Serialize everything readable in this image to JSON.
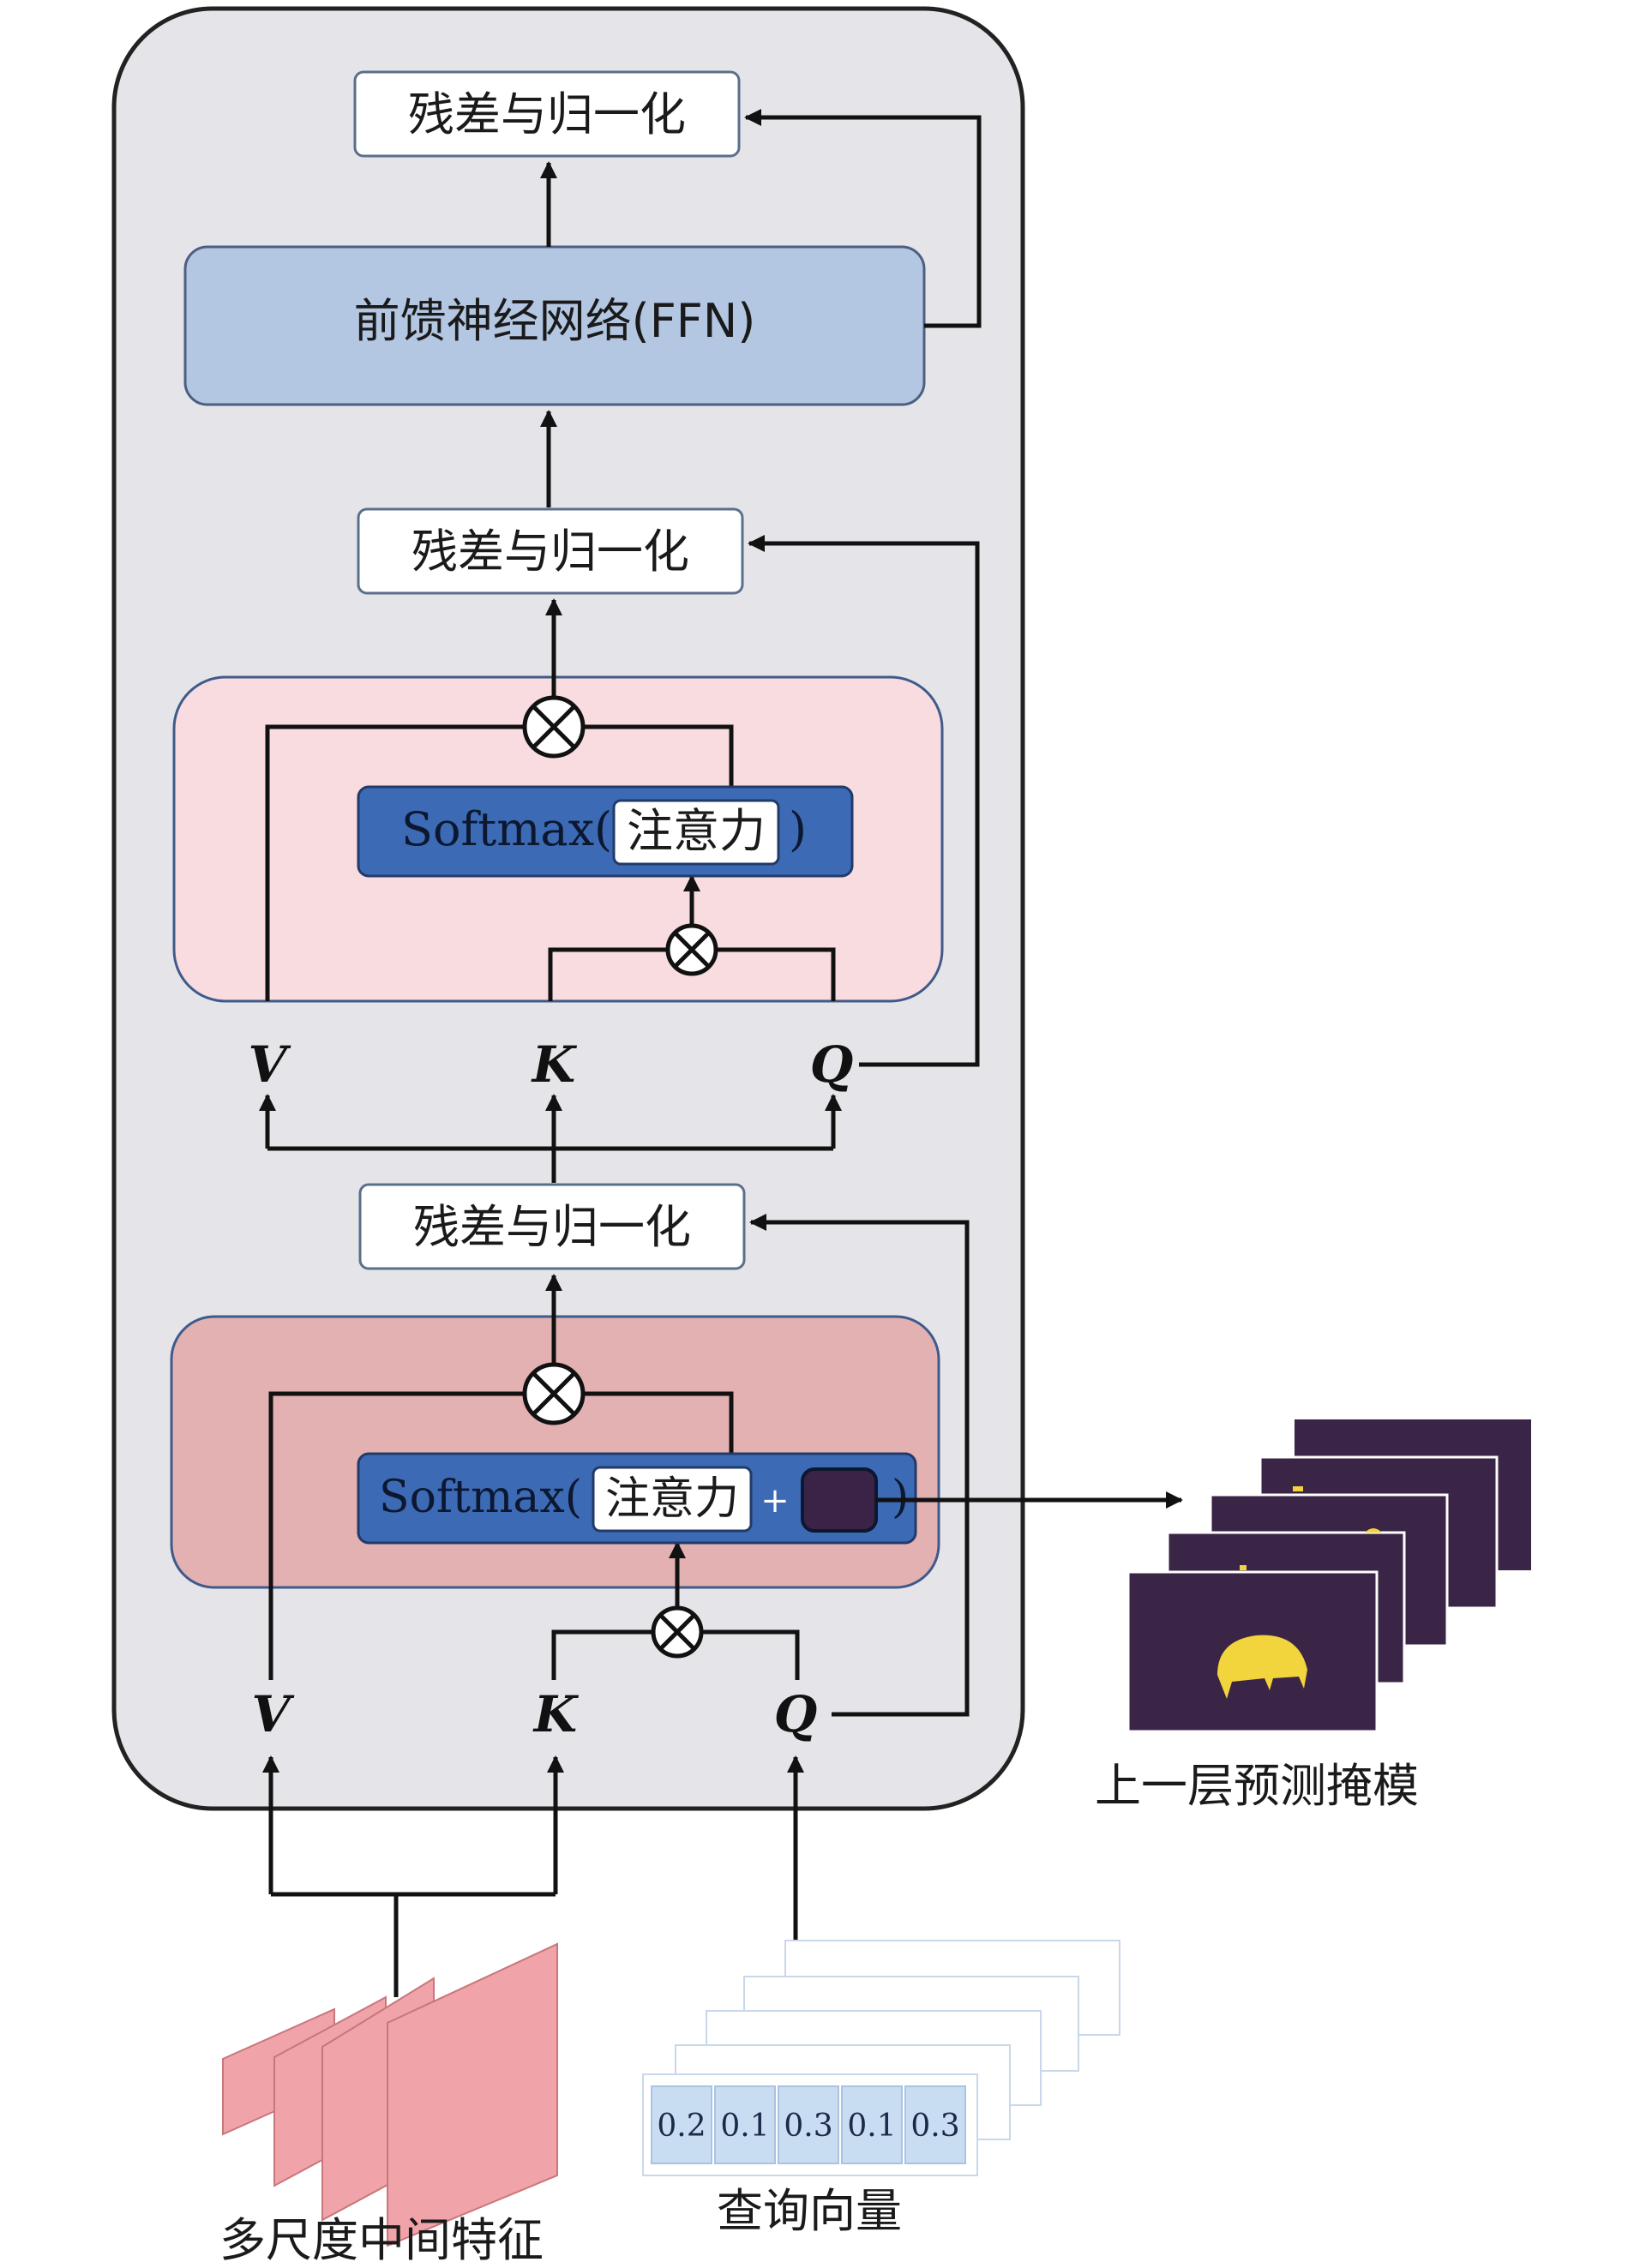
{
  "blocks": {
    "add_norm_top": "残差与归一化",
    "ffn": "前馈神经网络(FFN)",
    "add_norm_mid": "残差与归一化",
    "add_norm_bottom": "残差与归一化"
  },
  "cross_attention": {
    "softmax_prefix": "Softmax(",
    "attention": "注意力",
    "softmax_suffix": ")"
  },
  "masked_attention": {
    "softmax_prefix": "Softmax(",
    "attention": "注意力",
    "plus": "+",
    "softmax_suffix": ")"
  },
  "inputs_upper": {
    "v": "V",
    "k": "K",
    "q": "Q"
  },
  "inputs_lower": {
    "v": "V",
    "k": "K",
    "q": "Q"
  },
  "query_vector_values": [
    "0.2",
    "0.1",
    "0.3",
    "0.1",
    "0.3"
  ],
  "captions": {
    "features": "多尺度中间特征",
    "queries": "查询向量",
    "masks": "上一层预测掩模"
  },
  "colors": {
    "panel": "#e5e5e9",
    "ffn": "#b3c6e2",
    "cross_attention_bg": "#f8dcdf",
    "masked_attention_bg": "#e3b1b2",
    "softmax": "#3d6ab5",
    "mask_square": "#3a2346",
    "mask_bg": "#3b2546",
    "mask_object": "#f2d43c",
    "feature_map": "#f0a3a8",
    "query_cell": "#c9ddf2"
  }
}
